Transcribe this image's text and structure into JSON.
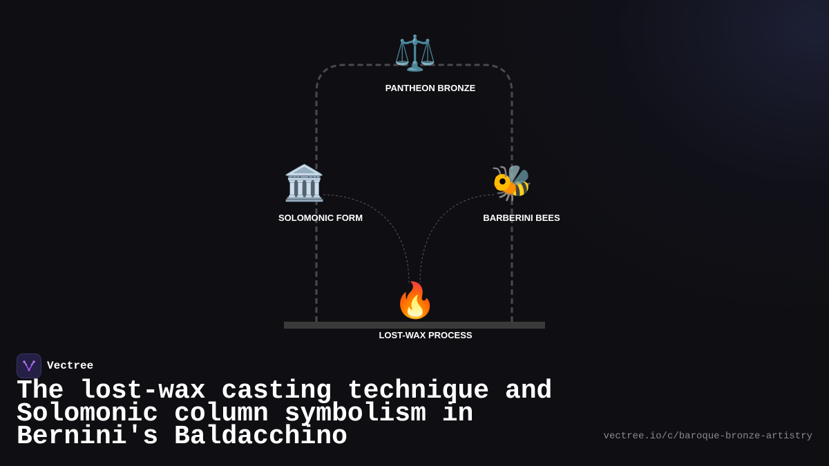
{
  "brand": {
    "name": "Vectree"
  },
  "title": "The lost-wax casting technique and Solomonic column symbolism in Bernini's Baldacchino",
  "url": "vectree.io/c/baroque-bronze-artistry",
  "nodes": {
    "top": {
      "label": "PANTHEON BRONZE",
      "icon": "⚖️",
      "icon_name": "balance-scale-icon"
    },
    "left": {
      "label": "SOLOMONIC FORM",
      "icon": "🏛️",
      "icon_name": "classical-building-icon"
    },
    "right": {
      "label": "BARBERINI BEES",
      "icon": "🐝",
      "icon_name": "bee-icon"
    },
    "bottom": {
      "label": "LOST-WAX PROCESS",
      "icon": "🔥",
      "icon_name": "fire-icon"
    }
  },
  "colors": {
    "background": "#0f0f13",
    "frame": "#4a4a4e",
    "base": "#3a3a3a",
    "connector": "#5a5a5e",
    "text": "#ffffff",
    "url": "#8a8a8e",
    "logo_bg": "#231f45",
    "logo_accent": "#a855f7"
  }
}
